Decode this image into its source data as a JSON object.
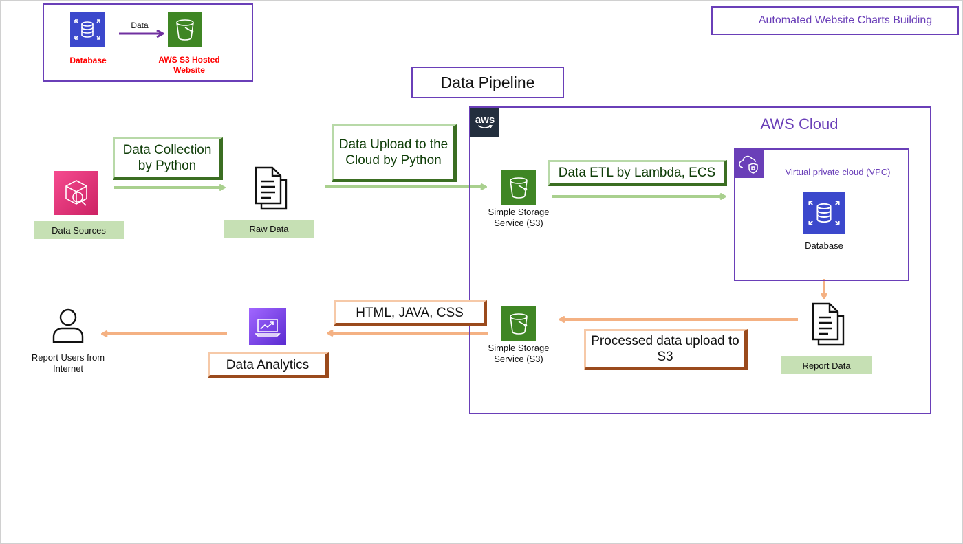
{
  "legend": {
    "database_label": "Database",
    "arrow_label": "Data",
    "website_label": "AWS S3 Hosted Website"
  },
  "header": {
    "subtitle": "Automated Website Charts Building",
    "title": "Data Pipeline"
  },
  "aws_cloud": {
    "logo_text": "aws",
    "title": "AWS Cloud",
    "vpc_title": "Virtual private cloud (VPC)",
    "database_label": "Database"
  },
  "nodes": {
    "data_sources": "Data Sources",
    "raw_data": "Raw Data",
    "s3_top": "Simple Storage Service (S3)",
    "s3_bottom": "Simple Storage Service (S3)",
    "report_data": "Report Data",
    "data_analytics_icon": "analytics-icon",
    "report_users": "Report Users from Internet"
  },
  "callouts": {
    "data_collection": "Data Collection by Python",
    "data_upload": "Data Upload to the Cloud by Python",
    "data_etl": "Data ETL by Lambda, ECS",
    "processed_upload": "Processed data upload to S3",
    "html_java_css": "HTML, JAVA, CSS",
    "data_analytics": "Data Analytics"
  },
  "colors": {
    "purple": "#6a3fb8",
    "green_arrow": "#a9d08e",
    "orange_arrow": "#f4b183",
    "s3_green": "#3f8624",
    "db_blue": "#3b48cc",
    "red_text": "#ff0000"
  }
}
